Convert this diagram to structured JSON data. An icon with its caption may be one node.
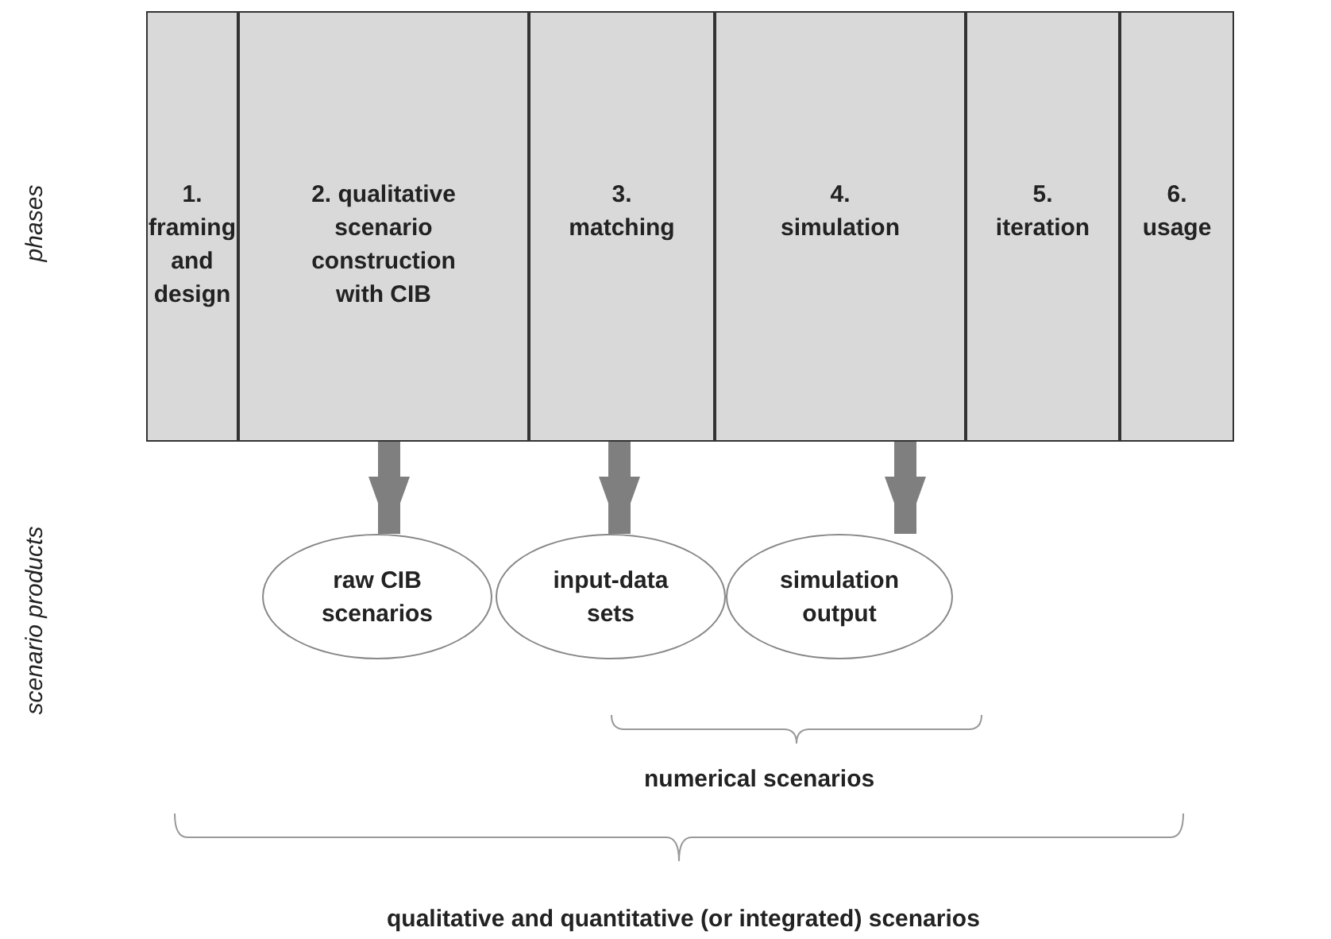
{
  "diagram": {
    "nodes": [
      {
        "text": [
          "1. framing and design"
        ]
      },
      {
        "text": [
          "2. qualitative scenario construction with CIB"
        ]
      },
      {
        "text": [
          "3. matching"
        ]
      },
      {
        "text": [
          "4. simulation"
        ]
      },
      {
        "text": [
          "5. iteration"
        ]
      },
      {
        "text": [
          "6. usage"
        ]
      },
      {
        "text": [
          "raw CIB scenarios"
        ]
      },
      {
        "text": [
          "input-data sets"
        ]
      },
      {
        "text": [
          "simulation output"
        ]
      }
    ],
    "edges": [
      {
        "from": 1,
        "to": 6,
        "arrow": "to"
      },
      {
        "from": 2,
        "to": 7,
        "arrow": "to"
      },
      {
        "from": 3,
        "to": 8,
        "arrow": "to"
      }
    ],
    "labels": [
      "phases",
      "scenario products",
      "numerical scenarios",
      "qualitative and quantitative (or integrated) scenarios"
    ]
  }
}
